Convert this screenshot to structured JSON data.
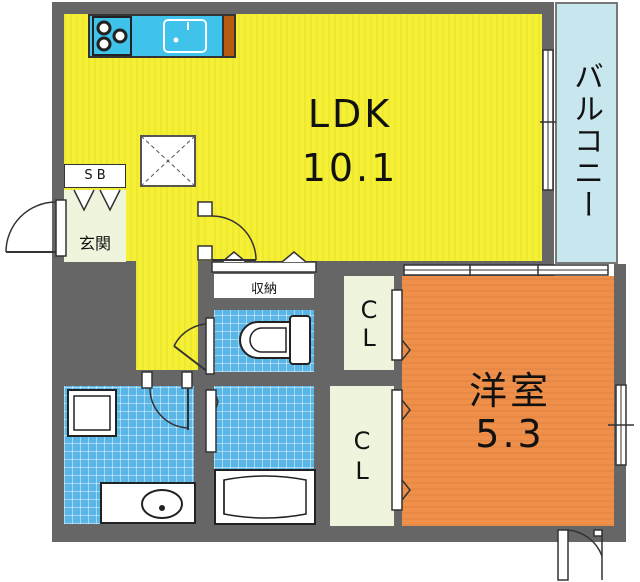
{
  "rooms": {
    "ldk": {
      "name": "LDK",
      "size": "10.1",
      "color": "#f5f033"
    },
    "western": {
      "name": "洋室",
      "size": "5.3",
      "color": "#f08f49"
    },
    "balcony": {
      "name": "バルコニー",
      "color": "#c7e6ee"
    },
    "closet_top": {
      "name": "C\nL"
    },
    "closet_bottom": {
      "name": "C\nL"
    },
    "storage": {
      "name": "収納"
    },
    "shoe_box": {
      "name": "S B"
    },
    "entrance": {
      "name": "玄関"
    }
  },
  "colors": {
    "wall": "#666666",
    "tile": "#5ab6e6",
    "kitchen": "#3fc3ea",
    "closet": "#eef5dc"
  }
}
